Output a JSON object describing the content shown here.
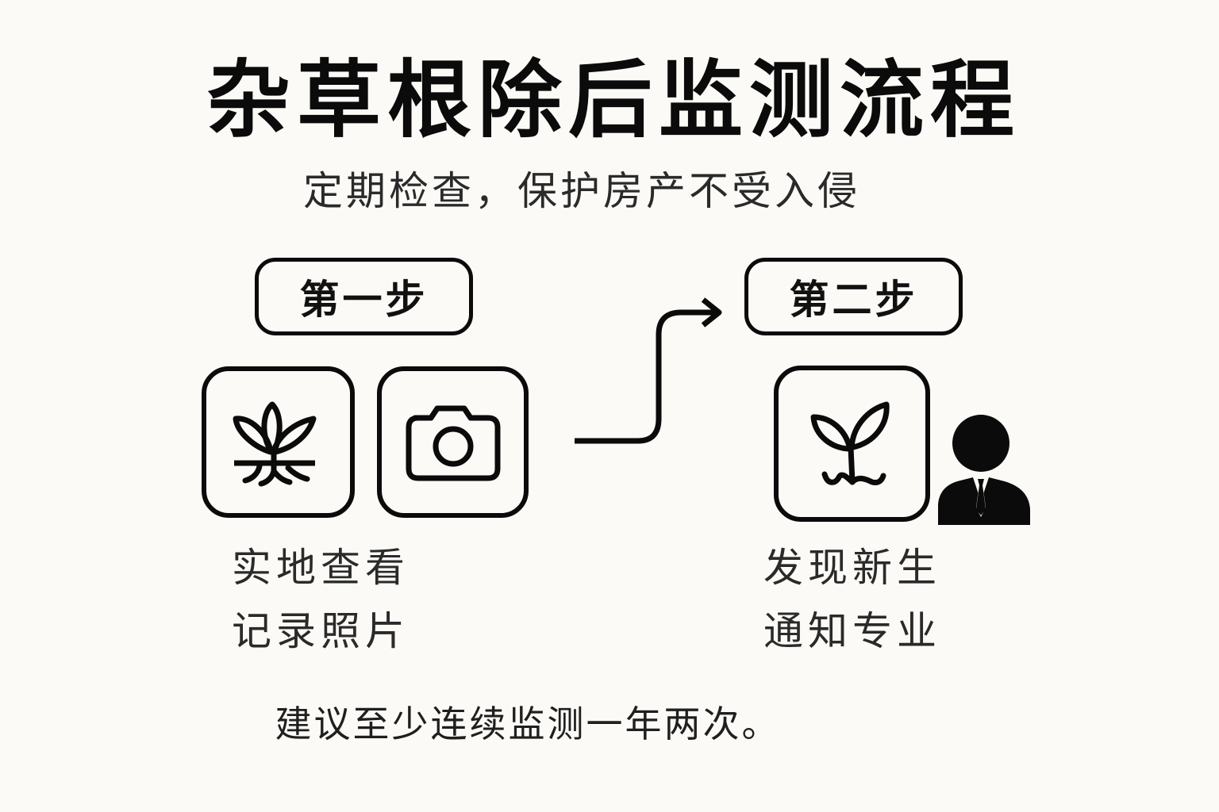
{
  "title": "杂草根除后监测流程",
  "subtitle": "定期检查，保护房产不受入侵",
  "colors": {
    "background": "#fbfaf6",
    "stroke": "#0b0b0b",
    "text": "#2a2a2a"
  },
  "steps": [
    {
      "label": "第一步",
      "icons": [
        "weed-with-roots-icon",
        "camera-icon"
      ],
      "caption_lines": [
        "实地查看",
        "记录照片"
      ]
    },
    {
      "label": "第二步",
      "icons": [
        "sprout-icon",
        "professional-person-icon"
      ],
      "caption_lines": [
        "发现新生",
        "通知专业"
      ]
    }
  ],
  "connector": {
    "icon": "step-arrow-icon",
    "from": "第一步",
    "to": "第二步"
  },
  "footer": "建议至少连续监测一年两次。"
}
